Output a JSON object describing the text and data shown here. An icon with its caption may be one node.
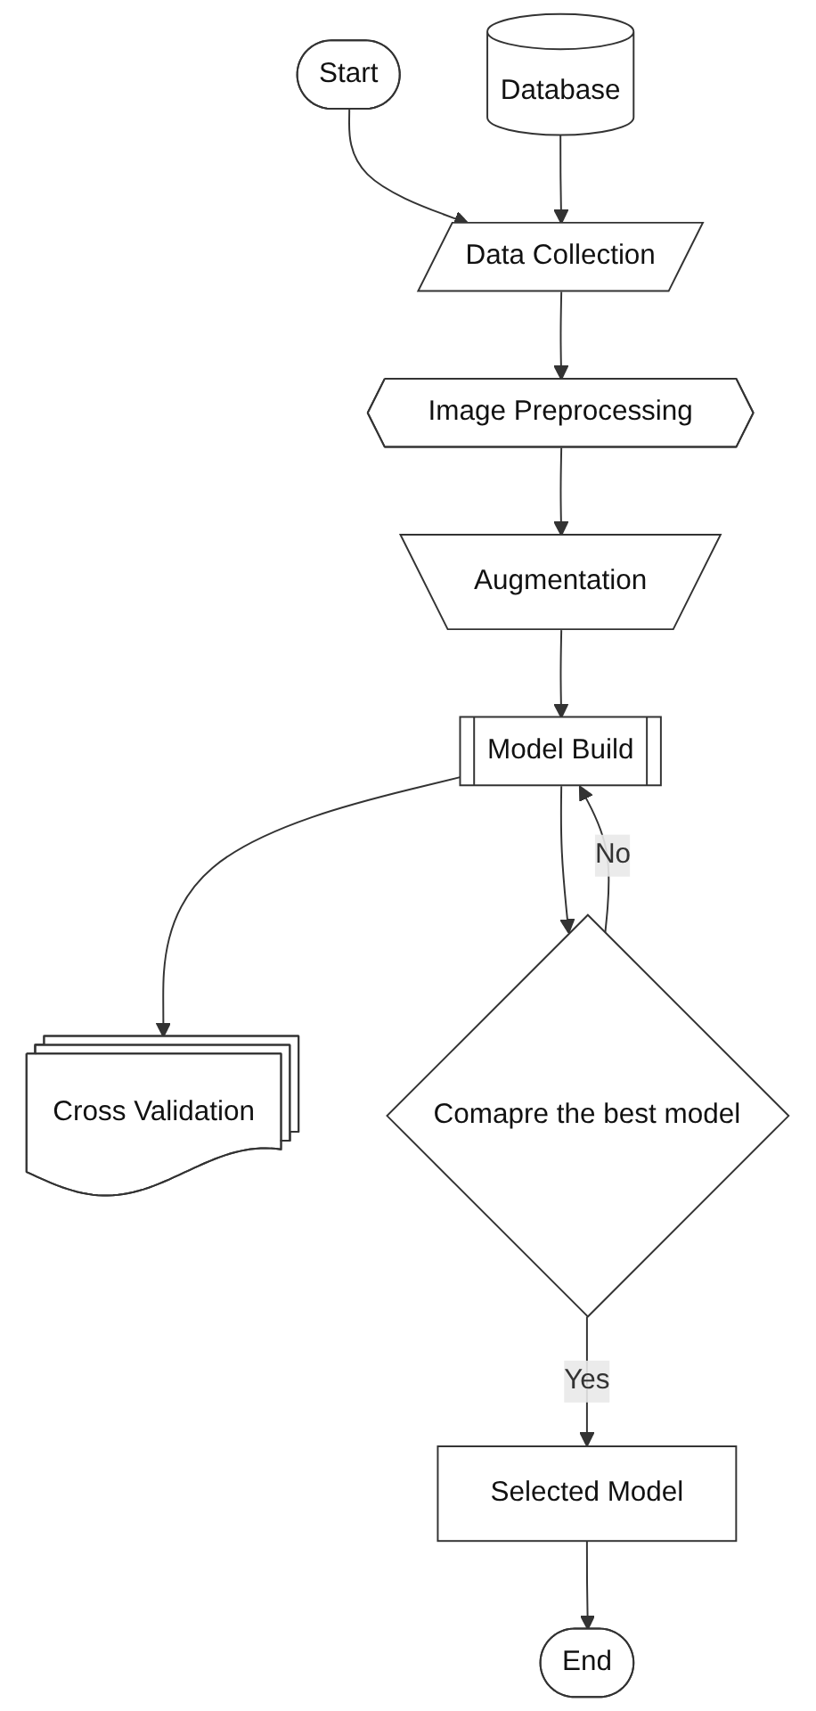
{
  "diagram": {
    "nodes": [
      {
        "text": [
          "Start"
        ]
      },
      {
        "text": [
          "Data Collection"
        ]
      },
      {
        "text": [
          "Database"
        ]
      },
      {
        "text": [
          "Image Preprocessing"
        ]
      },
      {
        "text": [
          "Augmentation"
        ]
      },
      {
        "text": [
          "Model Build"
        ]
      },
      {
        "text": [
          "Cross Validation"
        ]
      },
      {
        "text": [
          "Comapre the best model"
        ]
      },
      {
        "text": [
          "Selected Model"
        ]
      },
      {
        "text": [
          "End"
        ]
      }
    ],
    "edges": [
      {
        "from": 0,
        "to": 1,
        "arrow": "to"
      },
      {
        "from": 2,
        "to": 1,
        "arrow": "to"
      },
      {
        "from": 1,
        "to": 3,
        "arrow": "to"
      },
      {
        "from": 3,
        "to": 4,
        "arrow": "to"
      },
      {
        "from": 4,
        "to": 5,
        "arrow": "to"
      },
      {
        "from": 5,
        "to": 6,
        "arrow": "to"
      },
      {
        "from": 5,
        "to": 7,
        "arrow": "to"
      },
      {
        "from": 7,
        "to": 5,
        "arrow": "to",
        "label": "No"
      },
      {
        "from": 7,
        "to": 8,
        "arrow": "to",
        "label": "Yes"
      },
      {
        "from": 8,
        "to": 9,
        "arrow": "to"
      }
    ]
  }
}
